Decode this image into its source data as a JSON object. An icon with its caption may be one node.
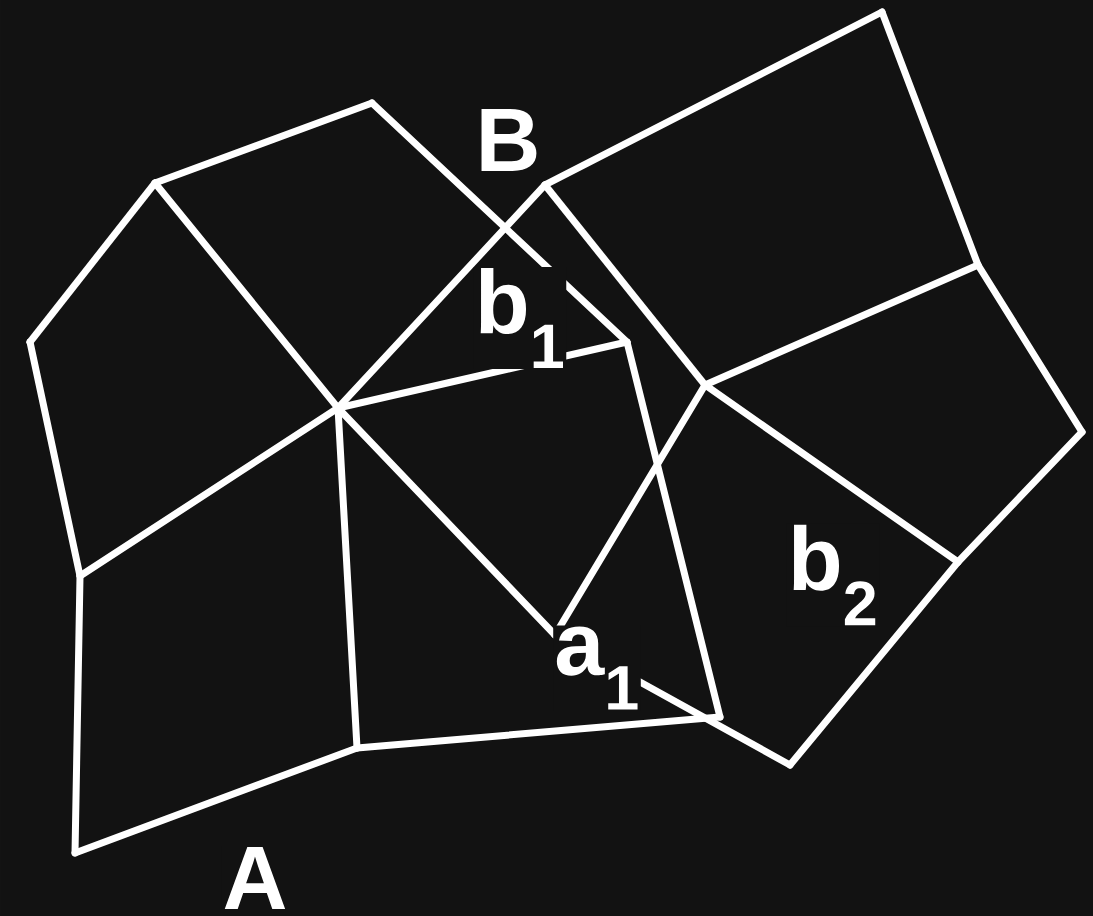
{
  "diagram": {
    "labels": [
      "B",
      "b$_{1}$",
      "b$_{2}$",
      "a$_{1}$",
      "A"
    ]
  }
}
